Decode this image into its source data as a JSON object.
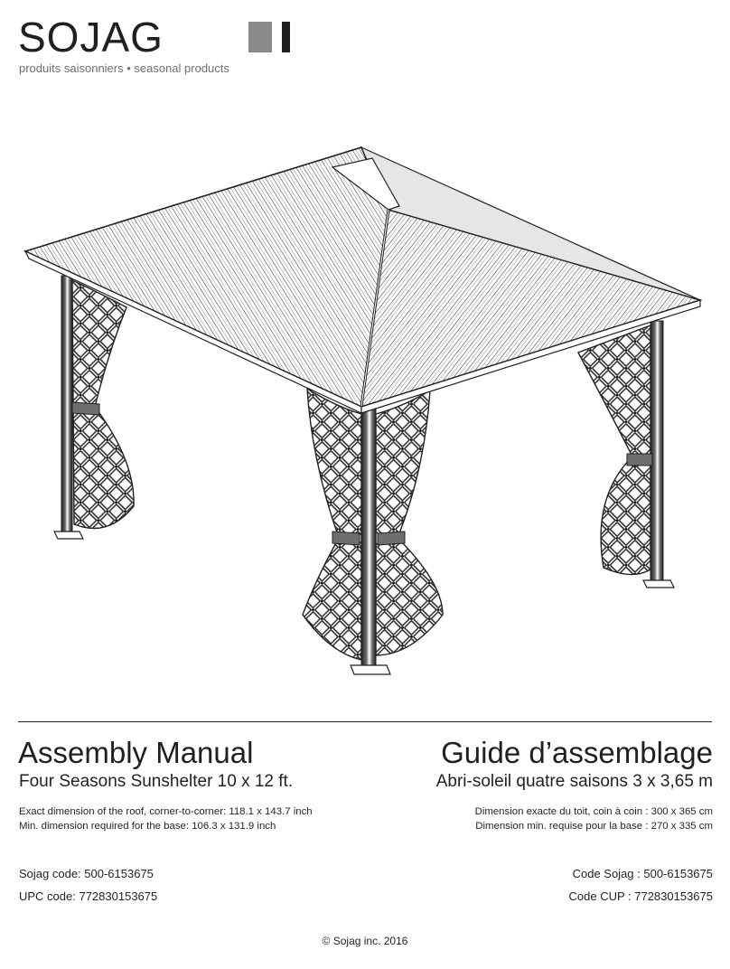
{
  "brand": {
    "name": "SOJAG",
    "tagline": "produits saisonniers • seasonal products",
    "mark_square_color": "#8a8a8c",
    "mark_bar_color": "#231f20"
  },
  "illustration": {
    "icon": "gazebo-with-netting-illustration"
  },
  "english": {
    "title": "Assembly Manual",
    "subtitle": "Four Seasons Sunshelter 10 x 12 ft.",
    "spec_roof": "Exact dimension of the roof, corner-to-corner: 118.1 x 143.7 inch",
    "spec_base": "Min. dimension required for the base: 106.3 x 131.9 inch",
    "sojag_code": "Sojag code: 500-6153675",
    "upc_code": "UPC code: 772830153675"
  },
  "french": {
    "title": "Guide d’assemblage",
    "subtitle": "Abri-soleil quatre saisons 3 x 3,65 m",
    "spec_roof": "Dimension exacte du toit, coin à coin : 300 x 365 cm",
    "spec_base": "Dimension min. requise pour la base : 270 x 335 cm",
    "sojag_code": "Code Sojag : 500-6153675",
    "upc_code": "Code CUP : 772830153675"
  },
  "footer": {
    "copyright": "© Sojag inc. 2016"
  }
}
